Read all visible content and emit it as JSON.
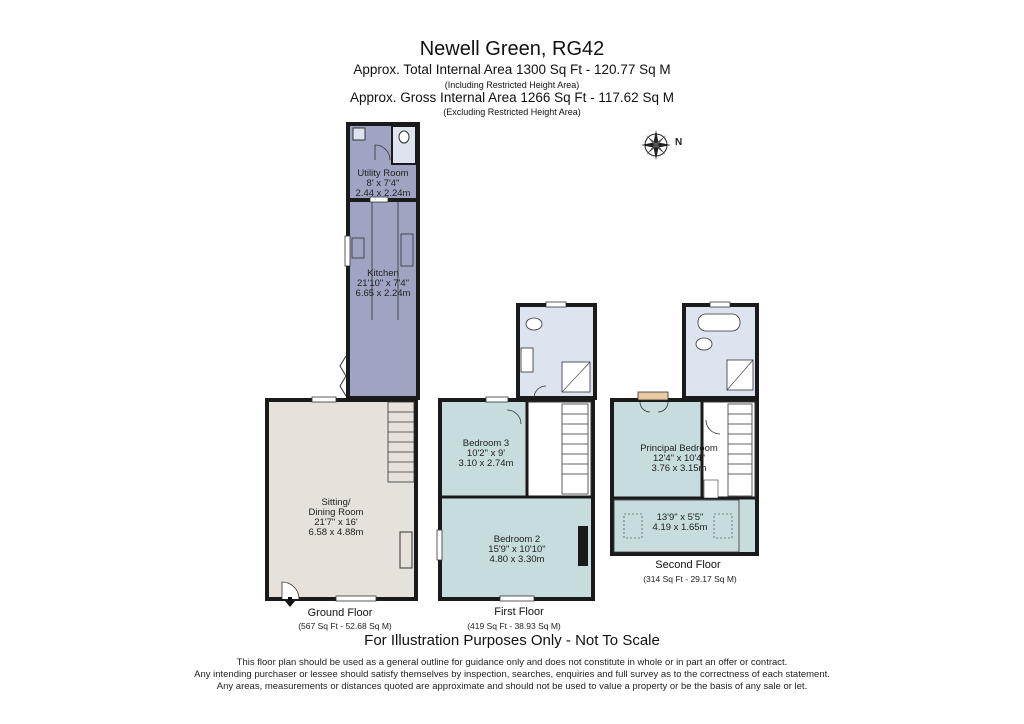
{
  "header": {
    "title": "Newell Green, RG42",
    "total_area": "Approx. Total Internal Area  1300 Sq Ft  -  120.77 Sq M",
    "total_area_note": "(Including Restricted Height Area)",
    "gross_area": "Approx. Gross Internal Area  1266 Sq Ft  -  117.62 Sq M",
    "gross_area_note": "(Excluding Restricted Height Area)"
  },
  "compass": {
    "label": "N"
  },
  "rooms": {
    "utility": {
      "name": "Utility Room",
      "imperial": "8' x 7'4\"",
      "metric": "2.44 x 2.24m"
    },
    "kitchen": {
      "name": "Kitchen",
      "imperial": "21'10\" x 7'4\"",
      "metric": "6.65 x 2.24m"
    },
    "sitting": {
      "name1": "Sitting/",
      "name2": "Dining Room",
      "imperial": "21'7\" x 16'",
      "metric": "6.58 x 4.88m"
    },
    "bedroom3": {
      "name": "Bedroom 3",
      "imperial": "10'2\" x 9'",
      "metric": "3.10 x 2.74m"
    },
    "bedroom2": {
      "name": "Bedroom 2",
      "imperial": "15'9\" x 10'10\"",
      "metric": "4.80 x 3.30m"
    },
    "principal": {
      "name": "Principal Bedroom",
      "imperial": "12'4\" x 10'4\"",
      "metric": "3.76 x 3.15m"
    },
    "restricted": {
      "imperial": "13'9\" x 5'5\"",
      "metric": "4.19 x 1.65m"
    }
  },
  "floors": {
    "ground": {
      "name": "Ground Floor",
      "area": "(567 Sq Ft  -  52.68 Sq M)"
    },
    "first": {
      "name": "First Floor",
      "area": "(419 Sq Ft  -  38.93 Sq M)"
    },
    "second": {
      "name": "Second Floor",
      "area": "(314 Sq Ft  -  29.17 Sq M)"
    }
  },
  "colors": {
    "kitchen_fill": "#9ea4c2",
    "sitting_fill": "#e6e1da",
    "bedroom_fill": "#c6dcdd",
    "bathroom_fill": "#dde3ef",
    "wall": "#1a1a1a"
  },
  "footer": {
    "headline": "For Illustration Purposes Only - Not To Scale",
    "line1": "This floor plan should be used as a general outline for guidance only and does not constitute in whole or in part an offer or contract.",
    "line2": "Any intending purchaser or lessee should satisfy themselves by inspection, searches, enquiries and full survey as to the correctness of each statement.",
    "line3": "Any areas, measurements or distances quoted are approximate and should not be used to value a property or be the basis of any sale or let."
  }
}
